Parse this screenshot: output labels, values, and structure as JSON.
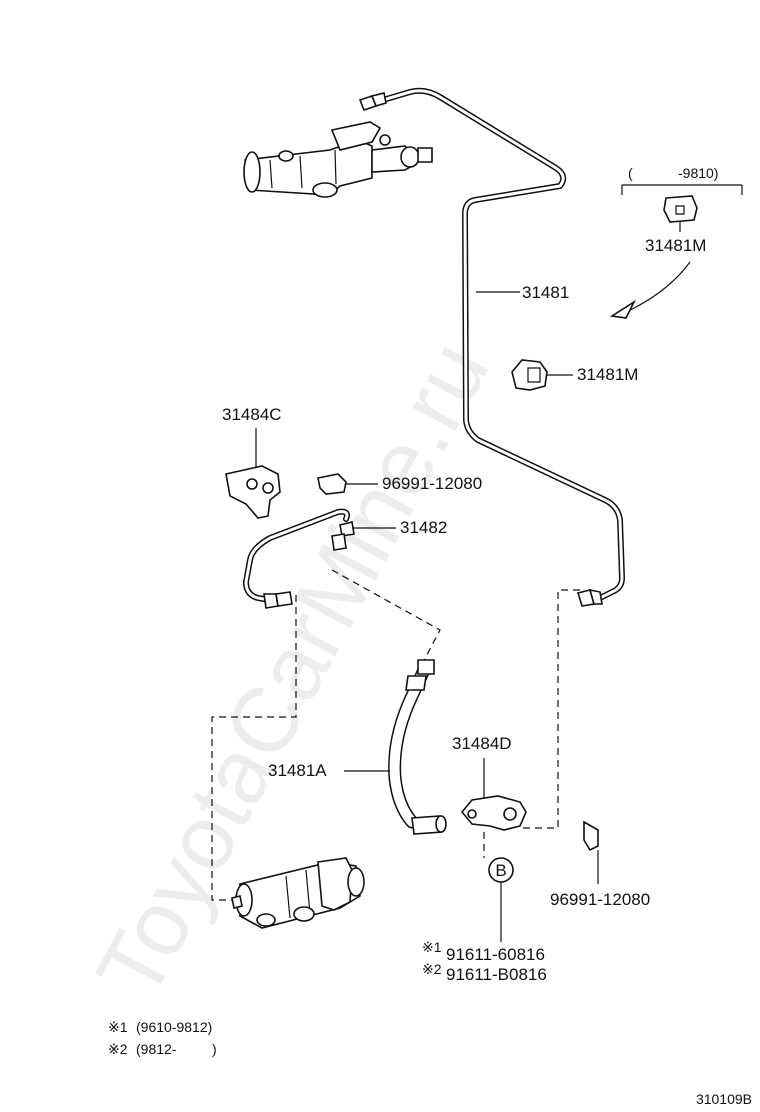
{
  "watermark": "ToyotaCarMine.ru",
  "labels": {
    "tube_main": "31481",
    "clamp_m_upper": "31481M",
    "clamp_m_lower": "31481M",
    "bracket_c": "31484C",
    "clip_upper": "96991-12080",
    "tube_short": "31482",
    "hose": "31481A",
    "bracket_d": "31484D",
    "clip_lower": "96991-12080",
    "bolt_mark": "B",
    "bolt_note_1_mark": "※1",
    "bolt_part_1": "91611-60816",
    "bolt_note_2_mark": "※2",
    "bolt_part_2": "91611-B0816",
    "date_range_open": "(",
    "date_range_end": "-9810)"
  },
  "footnotes": {
    "note1_mark": "※1",
    "note1_range": "(9610-9812)",
    "note2_mark": "※2",
    "note2_range": "(9812-",
    "note2_close": ")"
  },
  "figure_id": "310109B"
}
